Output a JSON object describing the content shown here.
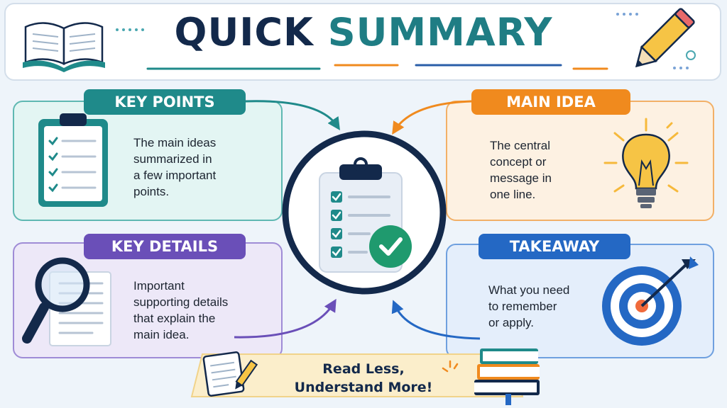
{
  "header": {
    "title_part1": "QUICK",
    "title_part2": "SUMMARY"
  },
  "panels": [
    {
      "id": "key-points",
      "label": "KEY POINTS",
      "description": "The main ideas\nsummarized in\na few important\npoints.",
      "color": "#1f8a8a",
      "tint": "#e3f5f3"
    },
    {
      "id": "main-idea",
      "label": "MAIN IDEA",
      "description": "The central\nconcept or\nmessage in\none line.",
      "color": "#f08a1e",
      "tint": "#fdf1e2"
    },
    {
      "id": "key-details",
      "label": "KEY DETAILS",
      "description": "Important\nsupporting details\nthat explain the\nmain idea.",
      "color": "#6a4fb8",
      "tint": "#ede8f8"
    },
    {
      "id": "takeaway",
      "label": "TAKEAWAY",
      "description": "What you need\nto remember\nor apply.",
      "color": "#2468c4",
      "tint": "#e4eefb"
    }
  ],
  "banner": {
    "text": "Read Less,\nUnderstand More!"
  },
  "icons": {
    "header_left": "open-book-icon",
    "header_right": "pencil-icon",
    "center": "checklist-icon",
    "key_points": "clipboard-checklist-icon",
    "main_idea": "lightbulb-icon",
    "key_details": "magnifier-document-icon",
    "takeaway": "target-arrow-icon",
    "banner_left": "notepad-pencil-icon",
    "banner_right": "book-stack-icon"
  }
}
